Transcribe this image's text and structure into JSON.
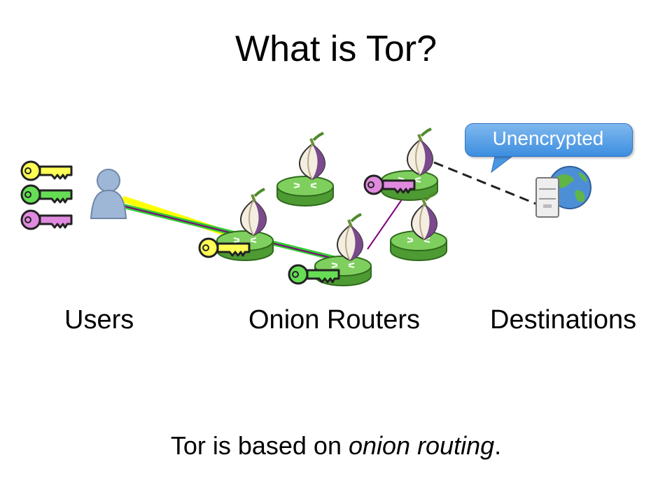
{
  "slide": {
    "title": "What is Tor?",
    "callout": "Unencrypted",
    "labels": {
      "users": "Users",
      "routers": "Onion Routers",
      "destinations": "Destinations"
    },
    "caption": {
      "prefix": "Tor is based on ",
      "emphasis": "onion routing",
      "suffix": "."
    }
  },
  "colors": {
    "key_yellow": "#ffff55",
    "key_green": "#66dd55",
    "key_pink": "#e08adf",
    "router_green": "#6abf4b",
    "onion_purple": "#7a4a8c",
    "callout_blue": "#4a97e4",
    "path_yellow": "#ffff00",
    "path_green": "#33cc33",
    "path_purple": "#800080"
  },
  "icons": [
    "key-icon",
    "user-icon",
    "onion-router-icon",
    "server-icon",
    "globe-icon"
  ]
}
